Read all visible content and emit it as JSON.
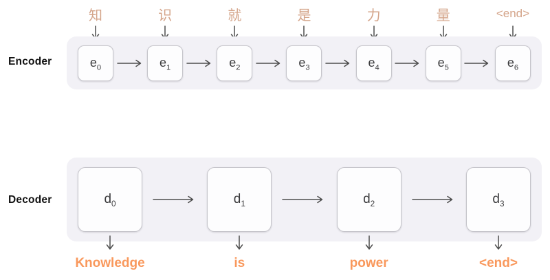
{
  "diagram": {
    "title_hint": "seq2seq encoder-decoder",
    "encoder": {
      "label": "Encoder",
      "inputs": [
        "知",
        "识",
        "就",
        "是",
        "力",
        "量",
        "<end>"
      ],
      "units": [
        {
          "base": "e",
          "sub": "0"
        },
        {
          "base": "e",
          "sub": "1"
        },
        {
          "base": "e",
          "sub": "2"
        },
        {
          "base": "e",
          "sub": "3"
        },
        {
          "base": "e",
          "sub": "4"
        },
        {
          "base": "e",
          "sub": "5"
        },
        {
          "base": "e",
          "sub": "6"
        }
      ]
    },
    "decoder": {
      "label": "Decoder",
      "units": [
        {
          "base": "d",
          "sub": "0"
        },
        {
          "base": "d",
          "sub": "1"
        },
        {
          "base": "d",
          "sub": "2"
        },
        {
          "base": "d",
          "sub": "3"
        }
      ],
      "outputs": [
        "Knowledge",
        "is",
        "power",
        "<end>"
      ]
    }
  },
  "colors": {
    "input_text": "#d4a489",
    "output_text": "#f9985c",
    "container_bg": "#f2f1f6",
    "box_border": "#c6c5cb",
    "box_text": "#3a3a3c",
    "arrow": "#4d4d4d",
    "label_text": "#121212"
  }
}
